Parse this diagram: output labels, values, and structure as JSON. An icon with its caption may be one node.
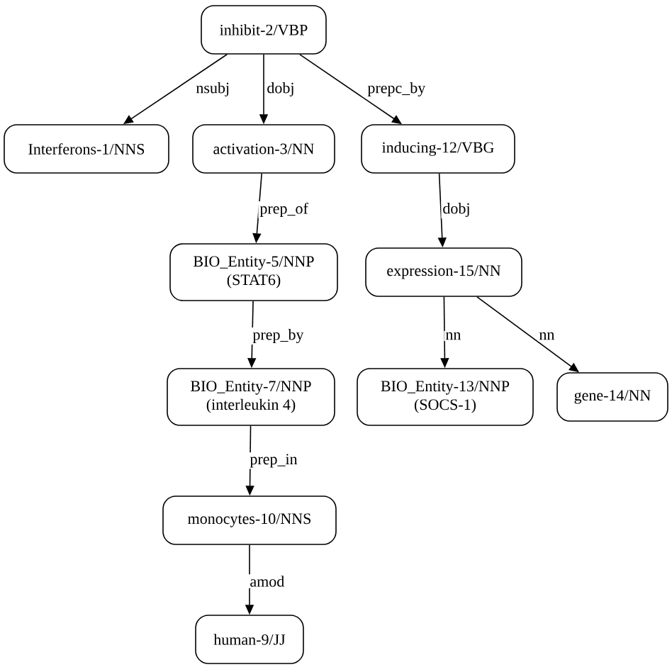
{
  "diagram": {
    "nodes": [
      {
        "text": [
          "inhibit-2/VBP"
        ]
      },
      {
        "text": [
          "Interferons-1/NNS"
        ]
      },
      {
        "text": [
          "activation-3/NN"
        ]
      },
      {
        "text": [
          "inducing-12/VBG"
        ]
      },
      {
        "text": [
          "BIO_Entity-5/NNP",
          "(STAT6)"
        ]
      },
      {
        "text": [
          "expression-15/NN"
        ]
      },
      {
        "text": [
          "BIO_Entity-7/NNP",
          "(interleukin 4)"
        ]
      },
      {
        "text": [
          "BIO_Entity-13/NNP",
          "(SOCS-1)"
        ]
      },
      {
        "text": [
          "gene-14/NN"
        ]
      },
      {
        "text": [
          "monocytes-10/NNS"
        ]
      },
      {
        "text": [
          "human-9/JJ"
        ]
      }
    ],
    "edges": [
      {
        "from": 0,
        "to": 1,
        "arrow": "to",
        "label": "nsubj"
      },
      {
        "from": 0,
        "to": 2,
        "arrow": "to",
        "label": "dobj"
      },
      {
        "from": 0,
        "to": 3,
        "arrow": "to",
        "label": "prepc_by"
      },
      {
        "from": 2,
        "to": 4,
        "arrow": "to",
        "label": "prep_of"
      },
      {
        "from": 3,
        "to": 5,
        "arrow": "to",
        "label": "dobj"
      },
      {
        "from": 4,
        "to": 6,
        "arrow": "to",
        "label": "prep_by"
      },
      {
        "from": 5,
        "to": 7,
        "arrow": "to",
        "label": "nn"
      },
      {
        "from": 5,
        "to": 8,
        "arrow": "to",
        "label": "nn"
      },
      {
        "from": 6,
        "to": 9,
        "arrow": "to",
        "label": "prep_in"
      },
      {
        "from": 9,
        "to": 10,
        "arrow": "to",
        "label": "amod"
      }
    ]
  }
}
